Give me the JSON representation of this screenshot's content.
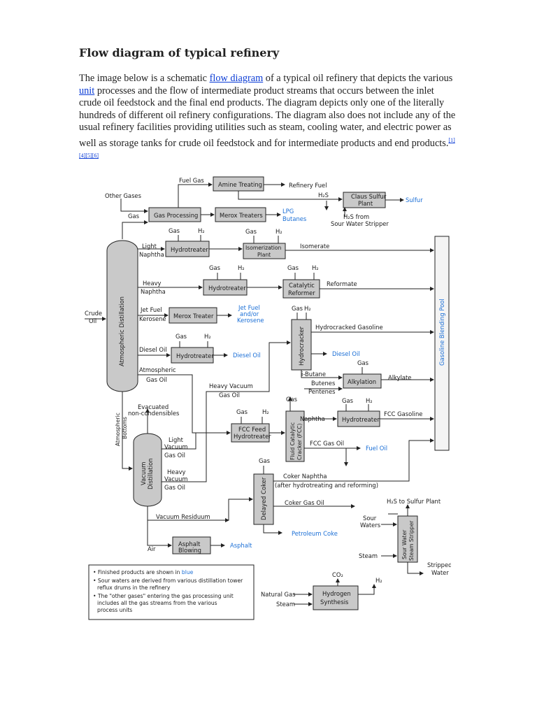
{
  "document": {
    "title": "Flow diagram of typical refinery",
    "intro": {
      "text_1": "The image below is a schematic ",
      "link_flow_diagram": "flow diagram",
      "text_2": " of a typical oil refinery that depicts the various ",
      "link_unit": "unit",
      "text_3": " processes and the flow of intermediate product streams that occurs between the inlet crude oil feedstock and the final end products. The diagram depicts only one of the literally hundreds of different oil refinery configurations. The diagram also does not include any of the usual refinery facilities providing utilities such as steam, cooling water, and electric power as well as storage tanks for crude oil feedstock and for intermediate products and end products.",
      "citations": "[1][4][5][6]"
    }
  },
  "diagram": {
    "units": {
      "amine": "Amine Treating",
      "claus_1": "Claus Sulfur",
      "claus_2": "Plant",
      "gas_processing": "Gas Processing",
      "merox_1": "Merox Treaters",
      "hydrotreater": "Hydrotreater",
      "isom_1": "Isomerization",
      "isom_2": "Plant",
      "cat_1": "Catalytic",
      "cat_2": "Reformer",
      "merox_2": "Merox Treater",
      "atm_dist": "Atmospheric Distillation",
      "hydrocracker": "Hydrocracker",
      "alkylation": "Alkylation",
      "fcc_feed_1": "FCC Feed",
      "fcc_feed_2": "Hydrotreater",
      "fcc_1": "Fluid Catalytic",
      "fcc_2": "Cracker (FCC)",
      "vacuum_1": "Vacuum",
      "vacuum_2": "Distillation",
      "coker": "Delayed Coker",
      "asphalt_1": "Asphalt",
      "asphalt_2": "Blowing",
      "sour_1": "Sour Water",
      "sour_2": "Steam Stripper",
      "h2_1": "Hydrogen",
      "h2_2": "Synthesis",
      "pool": "Gasoline Blending Pool"
    },
    "streams": {
      "fuel_gas": "Fuel  Gas",
      "refinery_fuel": "Refinery Fuel",
      "h2s": "H₂S",
      "sulfur": "Sulfur",
      "other_gases": "Other Gases",
      "gas": "Gas",
      "h2": "H₂",
      "lpg": "LPG",
      "butanes": "Butanes",
      "h2s_from": "H₂S from",
      "sour_water_stripper": "Sour Water Stripper",
      "light": "Light",
      "naphtha": "Naphtha",
      "isomerate": "Isomerate",
      "heavy": "Heavy",
      "reformate": "Reformate",
      "crude": "Crude",
      "oil": "Oil",
      "jet_fuel": "Jet Fuel",
      "kerosene": "Kerosene",
      "jet_fuel_and": "Jet Fuel",
      "and_or": "and/or",
      "kerosene_out": "Kerosene",
      "hydrocracked_gasoline": "Hydrocracked Gasoline",
      "diesel_oil": "Diesel Oil",
      "atmospheric": "Atmospheric",
      "gas_oil": "Gas Oil",
      "heavy_vacuum": "Heavy Vacuum",
      "i_butane": "i-Butane",
      "butenes": "Butenes",
      "pentenes": "Pentenes",
      "alkylate": "Alkylate",
      "evacuated": "Evacuated",
      "non_condensibles": "non-condensibles",
      "atm_bottoms_1": "Atmospheric",
      "atm_bottoms_2": "Bottoms",
      "fcc_gasoline": "FCC Gasoline",
      "light_vacuum": "Light",
      "vacuum": "Vacuum",
      "fcc_gas_oil": "FCC Gas Oil",
      "fuel_oil": "Fuel Oil",
      "coker_naphtha": "Coker Naphtha",
      "after_hydrotreating": "(after hydrotreating and reforming)",
      "coker_gas_oil": "Coker Gas Oil",
      "vacuum_residuum": "Vacuum Residuum",
      "h2s_to_sulfur": "H₂S to Sulfur Plant",
      "sour": "Sour",
      "waters": "Waters",
      "steam": "Steam",
      "stripped": "Stripped",
      "water": "Water",
      "air": "Air",
      "asphalt": "Asphalt",
      "petroleum_coke": "Petroleum Coke",
      "co2": "CO₂",
      "natural_gas": "Natural Gas",
      "steam_h2": "Steam"
    },
    "legend": {
      "line_1a": "Finished products are shown in ",
      "line_1b": "blue",
      "line_2": "Sour waters are derived from various distillation tower",
      "line_2b": "reflux drums in the refinery",
      "line_3": "The \"other gases\" entering the gas processing unit",
      "line_3b": "includes all the gas streams from the various",
      "line_3c": "process units"
    },
    "colors": {
      "finished_product": "#1b6fd6",
      "unit_fill": "#c9c9c9"
    }
  }
}
